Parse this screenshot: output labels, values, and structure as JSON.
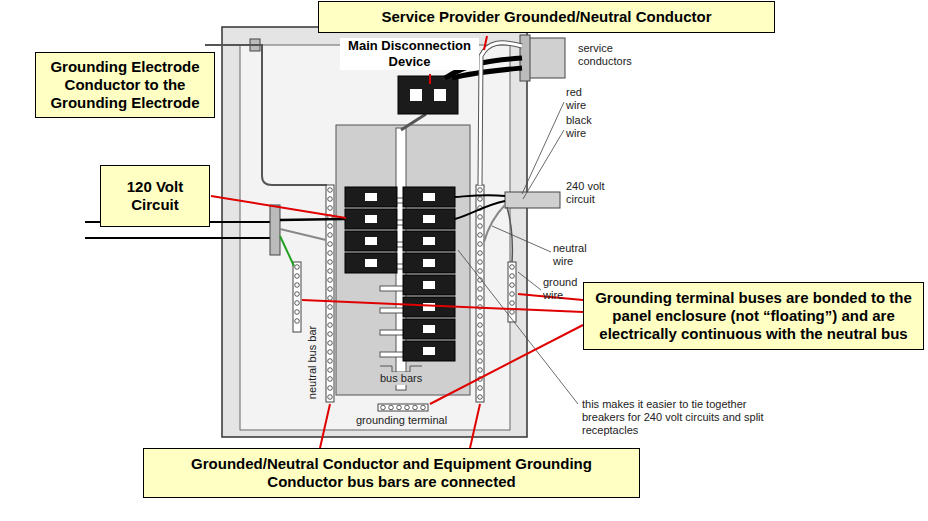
{
  "diagram": {
    "nodes": [
      {
        "text": [
          "Service Provider Grounded/Neutral Conductor"
        ]
      },
      {
        "text": [
          "Grounding Electrode Conductor to the Grounding Electrode"
        ]
      },
      {
        "text": [
          "120 Volt Circuit"
        ]
      },
      {
        "text": [
          "Grounding terminal buses are bonded to the panel enclosure (not “floating”) and are electrically continuous with the neutral bus"
        ]
      },
      {
        "text": [
          "Grounded/Neutral Conductor and Equipment Grounding Conductor bus bars are connected"
        ]
      }
    ],
    "labels": [
      "Main Disconnection Device",
      "service conductors",
      "red wire",
      "black wire",
      "240 volt circuit",
      "neutral wire",
      "ground wire",
      "neutral bus bar",
      "bus bars",
      "grounding terminal",
      "this makes it easier to tie together breakers for 240 volt circuits and split receptacles"
    ]
  }
}
